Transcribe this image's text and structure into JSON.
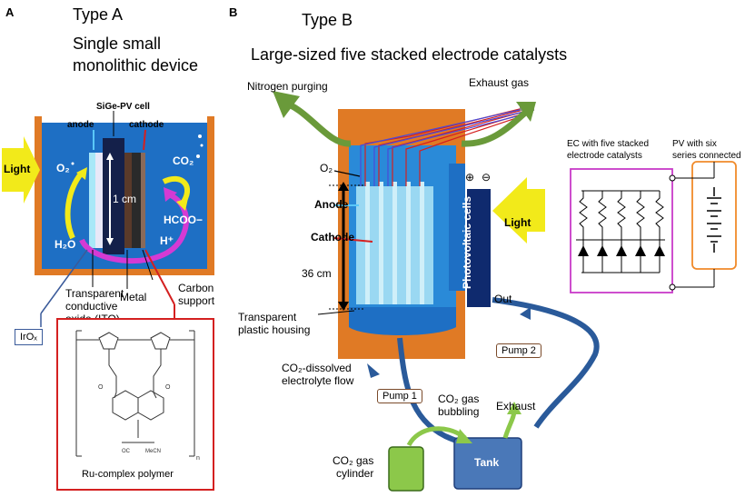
{
  "panel_a": {
    "letter": "A",
    "type_title": "Type A",
    "subtitle_line1": "Single small",
    "subtitle_line2": "monolithic device",
    "sige_label": "SiGe-PV cell",
    "anode": "anode",
    "cathode": "cathode",
    "co2": "CO₂",
    "o2": "O₂",
    "light": "Light",
    "scale": "1 cm",
    "hcoo": "HCOO−",
    "h2o": "H₂O",
    "hplus": "H⁺",
    "ito_line1": "Transparent",
    "ito_line2": "conductive",
    "ito_line3": "oxide (ITO)",
    "metal": "Metal",
    "carbon_line1": "Carbon",
    "carbon_line2": "support",
    "iro": "IrOₓ",
    "polymer": "Ru-complex polymer"
  },
  "panel_b": {
    "letter": "B",
    "type_title": "Type B",
    "subtitle": "Large-sized five stacked electrode catalysts",
    "nitrogen": "Nitrogen purging",
    "exhaust_gas": "Exhaust gas",
    "o2": "O₂",
    "anode": "Anode",
    "cathode": "Cathode",
    "height": "36 cm",
    "pv_cells": "Photovoltaic cells",
    "light": "Light",
    "plus": "⊕",
    "minus": "⊖",
    "housing_line1": "Transparent",
    "housing_line2": "plastic housing",
    "out": "Out",
    "pump1": "Pump 1",
    "pump2": "Pump 2",
    "electrolyte_line1": "CO₂-dissolved",
    "electrolyte_line2": "electrolyte flow",
    "bubbling_line1": "CO₂ gas",
    "bubbling_line2": "bubbling",
    "exhaust": "Exhaust",
    "cylinder_line1": "CO₂ gas",
    "cylinder_line2": "cylinder",
    "tank": "Tank",
    "ec_line1": "EC  with five stacked",
    "ec_line2": "electrode catalysts",
    "pv_line1": "PV  with six",
    "pv_line2": "series connected"
  },
  "colors": {
    "orange": "#e07a25",
    "electrolyte_blue": "#1e6fc4",
    "green_arrow": "#6a9a3a",
    "magenta": "#d43ad4",
    "yellow": "#f2ea1a",
    "navy": "#0f2a6e",
    "tank_blue": "#4a78b8",
    "cylinder_green": "#8cc84a"
  }
}
